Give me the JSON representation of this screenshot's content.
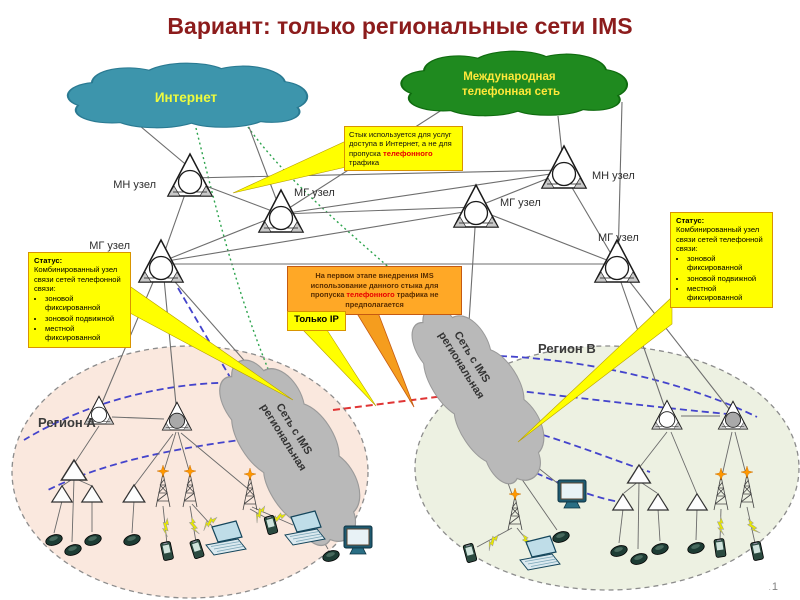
{
  "slide": {
    "title": "Вариант: только региональные сети IMS",
    "page_number": "1",
    "page_marker": "."
  },
  "clouds": {
    "internet": {
      "label": "Интернет",
      "fill": "#3d95ac",
      "text_color": "#eefb3e"
    },
    "international": {
      "line1": "Международная",
      "line2": "телефонная сеть",
      "fill": "#1f8a1f",
      "text_color": "#ffe83a"
    },
    "ims_left": {
      "line1": "Сеть с IMS",
      "line2": "региональная",
      "fill": "#b9b9b9"
    },
    "ims_right": {
      "line1": "Сеть с IMS",
      "line2": "региональная",
      "fill": "#b9b9b9"
    }
  },
  "regions": {
    "a": {
      "label": "Регион А",
      "fill": "#f9e4d8"
    },
    "b": {
      "label": "Регион В",
      "fill": "#ecf0e0"
    }
  },
  "node_labels": {
    "mn_left": "МН узел",
    "mg_center": "МГ узел",
    "mg_left": "МГ узел",
    "mn_right": "МН узел",
    "mg_right_mid": "МГ узел",
    "mg_right": "МГ узел"
  },
  "callouts": {
    "internet_stub": {
      "before": "Стык используется для услуг доступа в Интернет, а не для пропуска ",
      "highlight": "телефонного",
      "after": " трафика"
    },
    "ims_stage": {
      "before": "На первом этапе внедрения IMS использование данного стыка для пропуска ",
      "highlight": "телефонного",
      "after": " трафика не предполагается"
    },
    "only_ip": "Только IP"
  },
  "status": {
    "heading": "Статус:",
    "body": "Комбинированный узел связи сетей телефонной связи:",
    "items": [
      "зоновой фиксированной",
      "зоновой подвижной",
      "местной фиксированной"
    ]
  },
  "colors": {
    "title": "#8c1c1c",
    "callout_yellow": "#ffff00",
    "callout_border": "#d89400",
    "orange_box": "#ffa826",
    "orange_border": "#c55a11",
    "highlight_red": "#e80000",
    "blue_dash": "#4444cc",
    "green_dot": "#2ea44e",
    "red_dash": "#e03535"
  }
}
